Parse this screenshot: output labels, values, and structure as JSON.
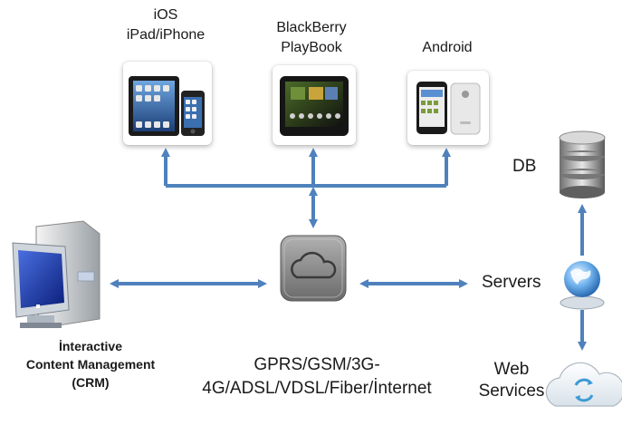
{
  "devices": {
    "ios": {
      "line1": "iOS",
      "line2": "iPad/iPhone"
    },
    "blackberry": {
      "line1": "BlackBerry",
      "line2": "PlayBook"
    },
    "android": {
      "line1": "Android"
    }
  },
  "crm": {
    "line1": "İnteractive",
    "line2": "Content Management",
    "line3": "(CRM)"
  },
  "network": {
    "line1": "GPRS/GSM/3G-",
    "line2": "4G/ADSL/VDSL/Fiber/İnternet"
  },
  "db": {
    "label": "DB"
  },
  "servers": {
    "label": "Servers"
  },
  "web_services": {
    "line1": "Web",
    "line2": "Services"
  },
  "colors": {
    "arrow": "#4f81bd",
    "cloud_tile": "#8a8a8a"
  },
  "icons": [
    "ipad-iphone-icon",
    "playbook-icon",
    "android-tablet-icon",
    "crm-computer-icon",
    "cloud-icon",
    "database-icon",
    "server-globe-icon",
    "web-services-cloud-icon"
  ]
}
